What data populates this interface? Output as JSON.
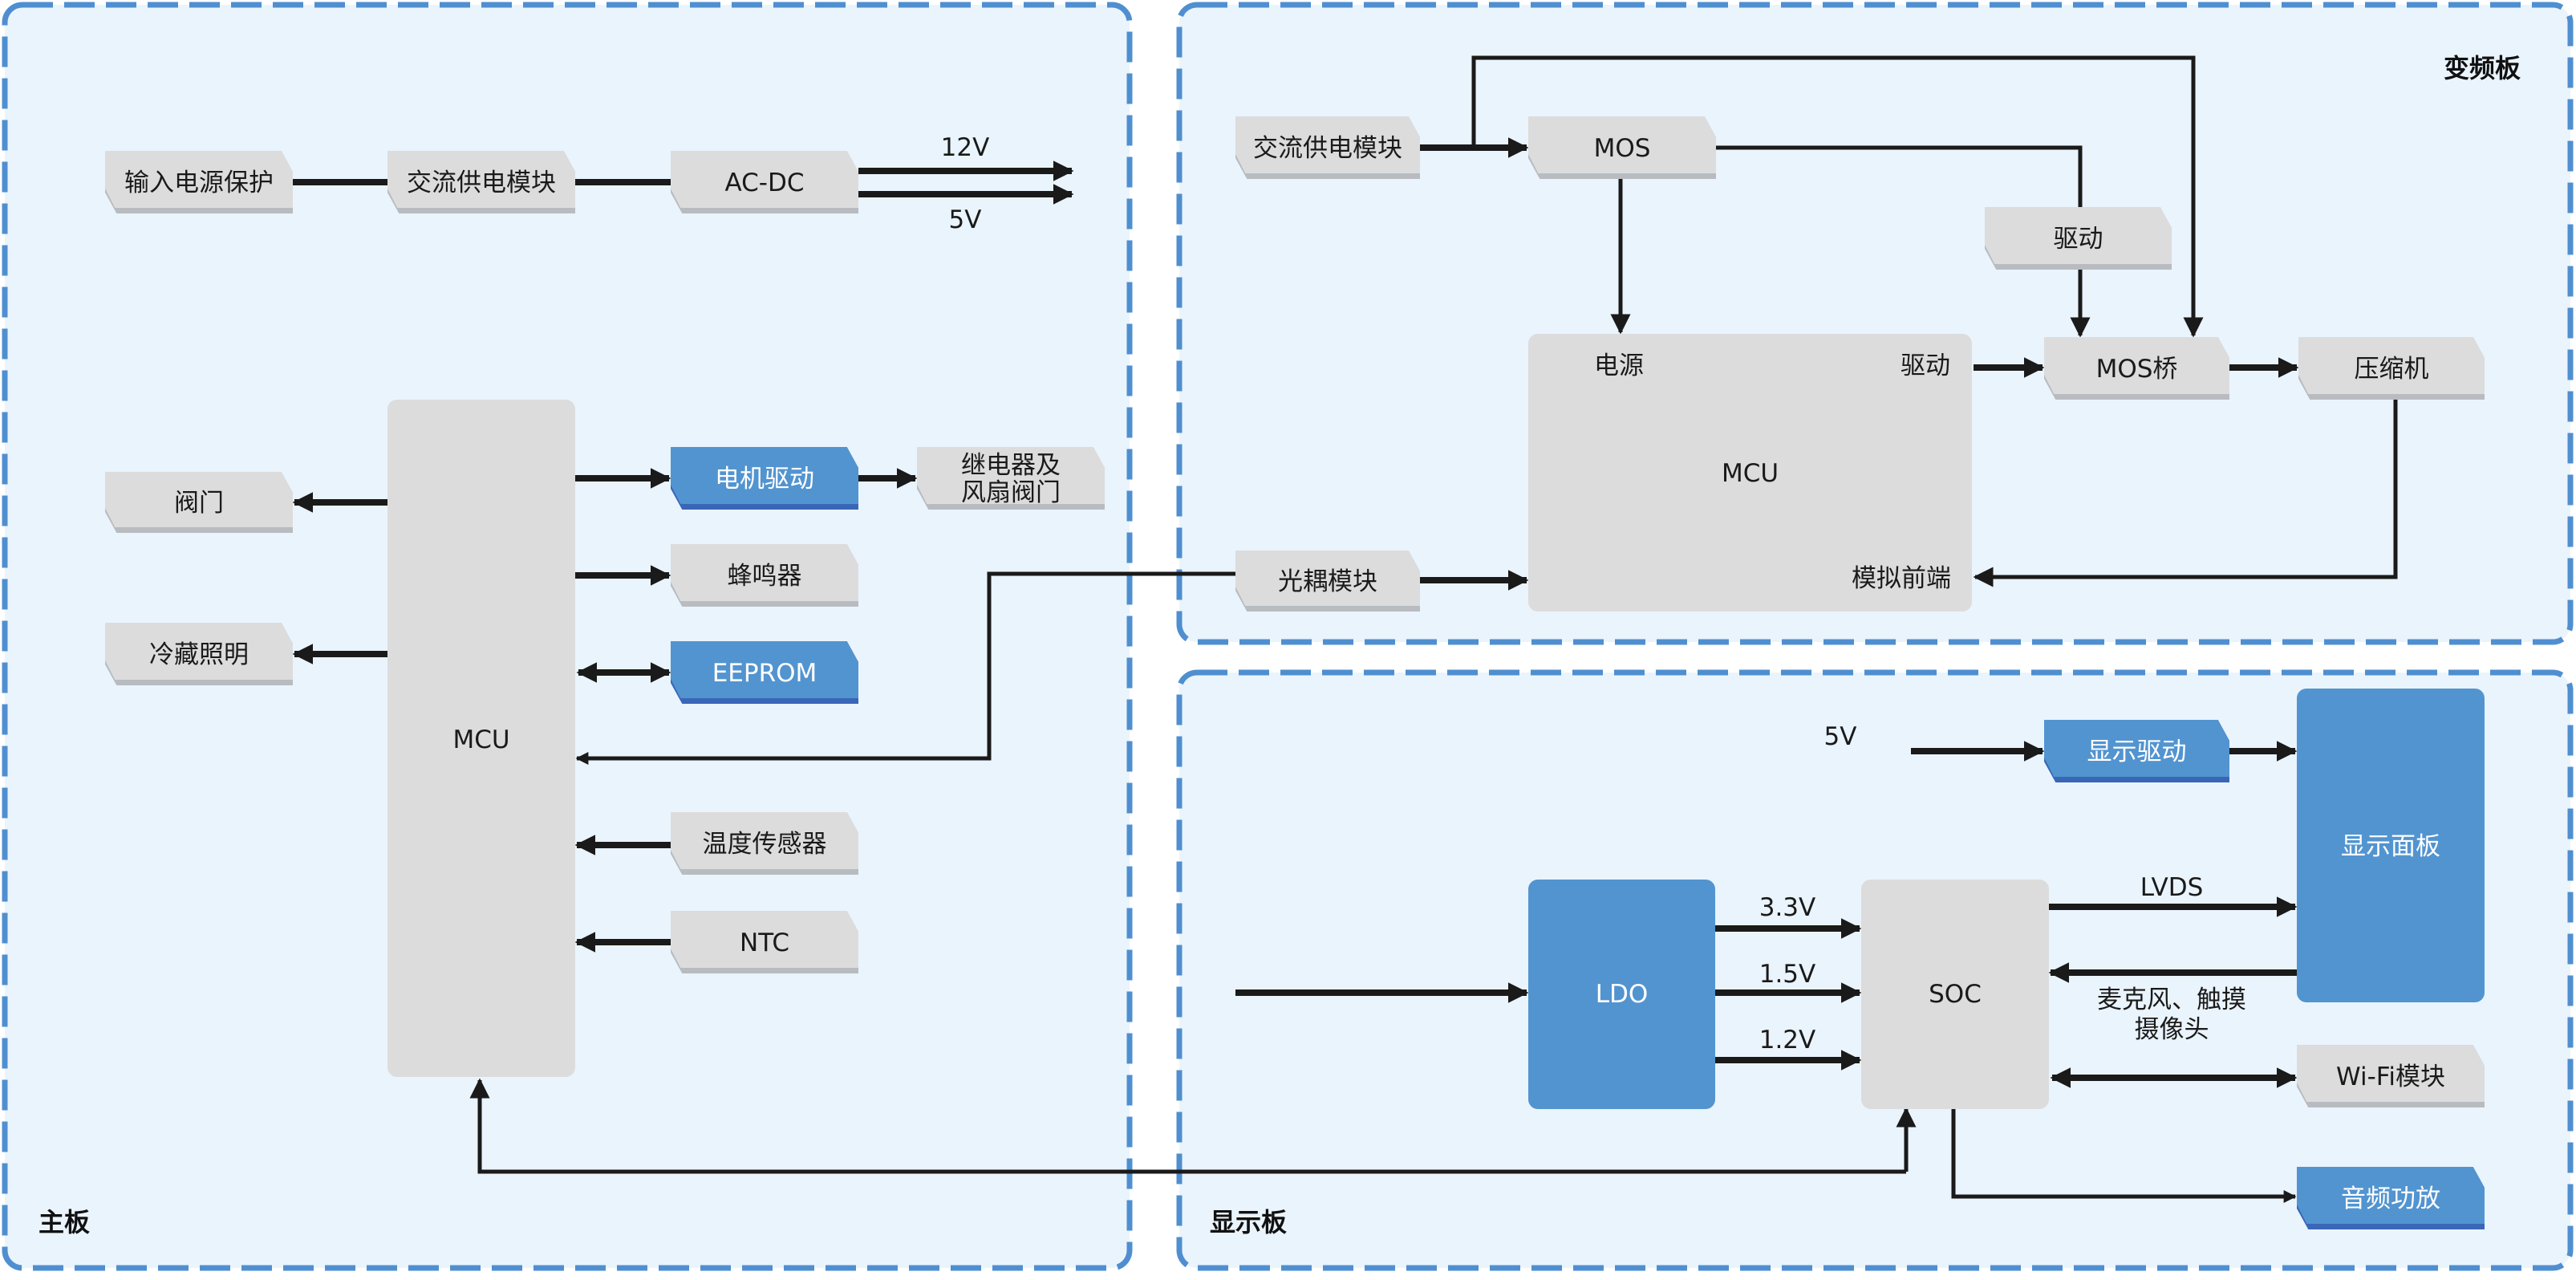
{
  "colors": {
    "page_bg": "#ffffff",
    "panel_fill": "#eaf4fd",
    "panel_border": "#4f8fd0",
    "gray_box": "#dcdcdc",
    "gray_box_edge": "#b8bcc0",
    "blue_box": "#5294d0",
    "blue_box_edge": "#3a66b8",
    "line": "#1a1a1a",
    "text_dark": "#1a1a1a",
    "text_light": "#ffffff"
  },
  "panels": [
    {
      "id": "main-board",
      "title": "主板"
    },
    {
      "id": "inverter-board",
      "title": "变频板"
    },
    {
      "id": "display-board",
      "title": "显示板"
    }
  ],
  "main_board": {
    "input_protection": "输入电源保护",
    "ac_supply": "交流供电模块",
    "ac_dc": "AC-DC",
    "out_12v": "12V",
    "out_5v": "5V",
    "mcu": "MCU",
    "valve": "阀门",
    "fridge_light": "冷藏照明",
    "motor_driver": "电机驱动",
    "relay_fan_valve": [
      "继电器及",
      "风扇阀门"
    ],
    "buzzer": "蜂鸣器",
    "eeprom": "EEPROM",
    "temp_sensor": "温度传感器",
    "ntc": "NTC"
  },
  "inverter_board": {
    "ac_supply": "交流供电模块",
    "mos": "MOS",
    "driver": "驱动",
    "mcu": "MCU",
    "mcu_power": "电源",
    "mcu_drive": "驱动",
    "mcu_afe": "模拟前端",
    "mos_bridge": "MOS桥",
    "compressor": "压缩机",
    "optocoupler": "光耦模块"
  },
  "display_board": {
    "in_5v": "5V",
    "display_driver": "显示驱动",
    "display_panel": "显示面板",
    "ldo": "LDO",
    "soc": "SOC",
    "v33": "3.3V",
    "v15": "1.5V",
    "v12": "1.2V",
    "lvds": "LVDS",
    "inputs": [
      "麦克风、触摸",
      "摄像头"
    ],
    "wifi": "Wi-Fi模块",
    "audio_amp": "音频功放"
  }
}
